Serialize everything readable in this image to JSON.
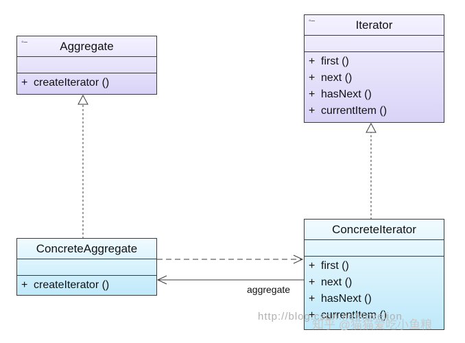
{
  "classes": {
    "aggregate": {
      "stereotype_icon": "interface-marker-icon",
      "name": "Aggregate",
      "operations": [
        {
          "visibility": "+",
          "signature": "createIterator ()"
        }
      ]
    },
    "iterator": {
      "stereotype_icon": "interface-marker-icon",
      "name": "Iterator",
      "operations": [
        {
          "visibility": "+",
          "signature": "first ()"
        },
        {
          "visibility": "+",
          "signature": "next ()"
        },
        {
          "visibility": "+",
          "signature": "hasNext ()"
        },
        {
          "visibility": "+",
          "signature": "currentItem ()"
        }
      ]
    },
    "concrete_aggregate": {
      "name": "ConcreteAggregate",
      "operations": [
        {
          "visibility": "+",
          "signature": "createIterator ()"
        }
      ]
    },
    "concrete_iterator": {
      "name": "ConcreteIterator",
      "operations": [
        {
          "visibility": "+",
          "signature": "first ()"
        },
        {
          "visibility": "+",
          "signature": "next ()"
        },
        {
          "visibility": "+",
          "signature": "hasNext ()"
        },
        {
          "visibility": "+",
          "signature": "currentItem ()"
        }
      ]
    }
  },
  "relations": {
    "aggregate_assoc_label": "aggregate"
  },
  "colors": {
    "interface_fill": "#d9d4f7",
    "class_fill": "#bfe9fa",
    "line": "#3a3a3a"
  },
  "watermark": {
    "url": "http://blog.csdn.net/lovelion",
    "cn": "知乎 @猫猫爱吃小鱼粮"
  }
}
